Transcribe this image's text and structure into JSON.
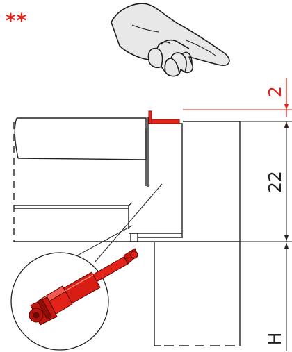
{
  "annotation": {
    "marker": "**"
  },
  "dimensions": {
    "gap": "2",
    "height": "22",
    "variable": "H"
  },
  "colors": {
    "accent": "#e2231a",
    "line": "#222222",
    "hand_fill": "#e8e8e8"
  },
  "icons": [
    "pointing-hand-icon",
    "linear-actuator-icon"
  ]
}
